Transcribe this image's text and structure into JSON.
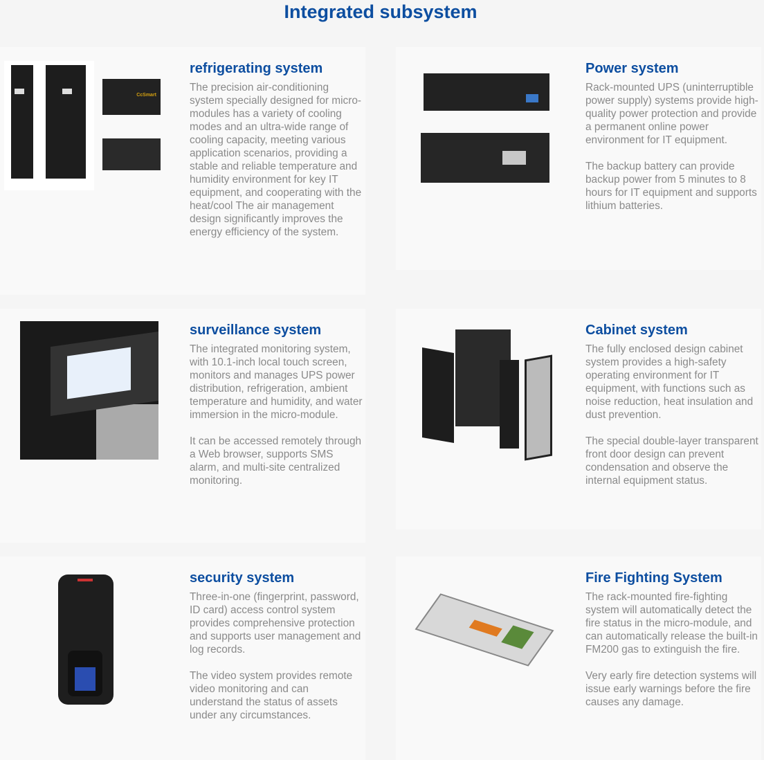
{
  "page": {
    "title": "Integrated subsystem"
  },
  "sections": [
    {
      "title": "refrigerating system",
      "paragraphs": [
        "The precision air-conditioning system specially designed for micro-modules has a variety of cooling modes and an ultra-wide range of cooling capacity, meeting various application scenarios, providing a stable and reliable temperature and humidity environment for key IT equipment, and cooperating with the heat/cool The air management design significantly improves the energy efficiency of the system."
      ],
      "brand_label": "CcSmart"
    },
    {
      "title": "Power system",
      "paragraphs": [
        "Rack-mounted UPS (uninterruptible power supply) systems provide high-quality power protection and provide a permanent online power environment for IT equipment.",
        "The backup battery can provide backup power from 5 minutes to 8 hours for IT equipment and supports lithium batteries."
      ]
    },
    {
      "title": "surveillance system",
      "paragraphs": [
        "The integrated monitoring system, with 10.1-inch local touch screen, monitors and manages UPS power distribution, refrigeration, ambient temperature and humidity, and water immersion in the micro-module.",
        "It can be accessed remotely through a Web browser, supports SMS alarm, and multi-site centralized monitoring."
      ]
    },
    {
      "title": "Cabinet system",
      "paragraphs": [
        "The fully enclosed design cabinet system provides a high-safety operating environment for IT equipment, with functions such as noise reduction, heat insulation and dust prevention.",
        "The special double-layer transparent front door design can prevent condensation and observe the internal equipment status."
      ]
    },
    {
      "title": "security system",
      "paragraphs": [
        "Three-in-one (fingerprint, password, ID card) access control system provides comprehensive protection and supports user management and log records.",
        "The video system provides remote video monitoring and can understand the status of assets under any circumstances."
      ]
    },
    {
      "title": "Fire Fighting System",
      "paragraphs": [
        "The rack-mounted fire-fighting system will automatically detect the fire status in the micro-module, and can automatically release the built-in FM200 gas to extinguish the fire.",
        "Very early fire detection systems will issue early warnings before the fire causes any damage."
      ]
    }
  ]
}
